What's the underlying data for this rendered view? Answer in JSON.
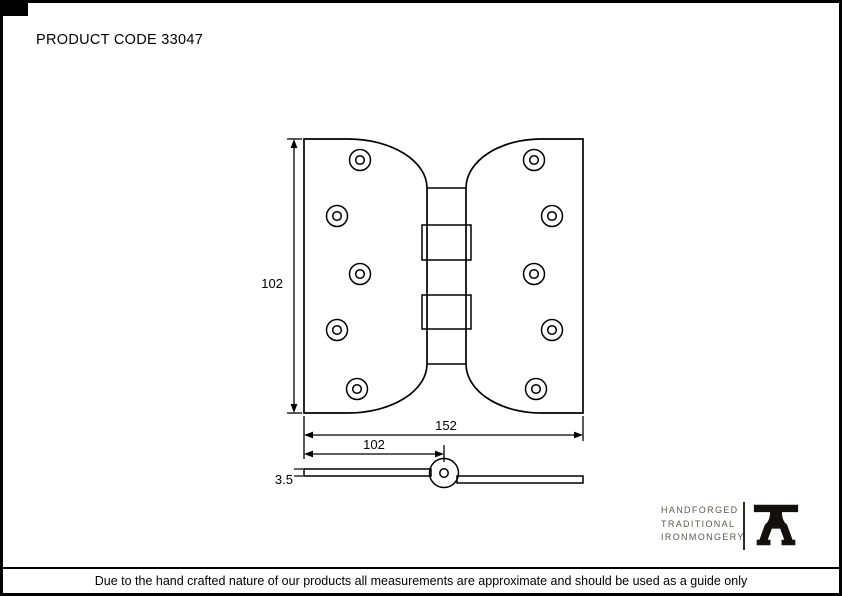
{
  "header": {
    "product_code": "PRODUCT CODE 33047"
  },
  "drawing": {
    "type": "parliament-hinge-technical-drawing",
    "dimensions": {
      "height_mm": "102",
      "overall_width_mm": "152",
      "leaf_width_mm": "102",
      "thickness_mm": "3.5"
    }
  },
  "logo": {
    "line1": "HANDFORGED",
    "line2": "TRADITIONAL",
    "line3": "IRONMONGERY"
  },
  "footer": {
    "disclaimer": "Due to the hand crafted nature of our products all measurements are approximate and should be used as a guide only"
  },
  "colors": {
    "line": "#000000",
    "logo_text": "#5f584c",
    "background": "#ffffff"
  }
}
